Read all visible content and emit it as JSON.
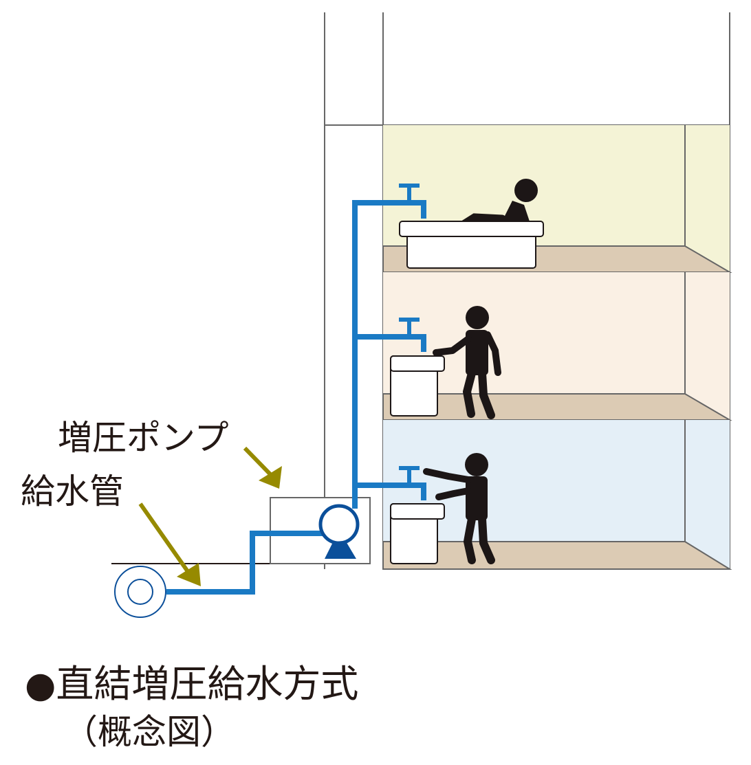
{
  "labels": {
    "pump": "増圧ポンプ",
    "supply_pipe": "給水管"
  },
  "caption": {
    "bullet": "●",
    "title": "直結増圧給水方式",
    "subtitle": "（概念図）"
  },
  "colors": {
    "pipe": "#1a7ac4",
    "pump_outline": "#0b4f9a",
    "pump_base": "#0b4f9a",
    "arrow": "#968a00",
    "floor_top_fill": "#f4f3d6",
    "floor_mid_fill": "#faf0e4",
    "floor_bottom_fill": "#e4eff7",
    "floor_slab": "#dccbb4",
    "wall_line": "#666666",
    "figure": "#1c1616",
    "text": "#231815"
  },
  "icons": {
    "person": "person-silhouette-icon",
    "faucet": "faucet-icon",
    "bathtub": "bathtub-icon",
    "sink": "sink-icon",
    "pump": "pump-icon",
    "water_main": "water-main-icon"
  }
}
